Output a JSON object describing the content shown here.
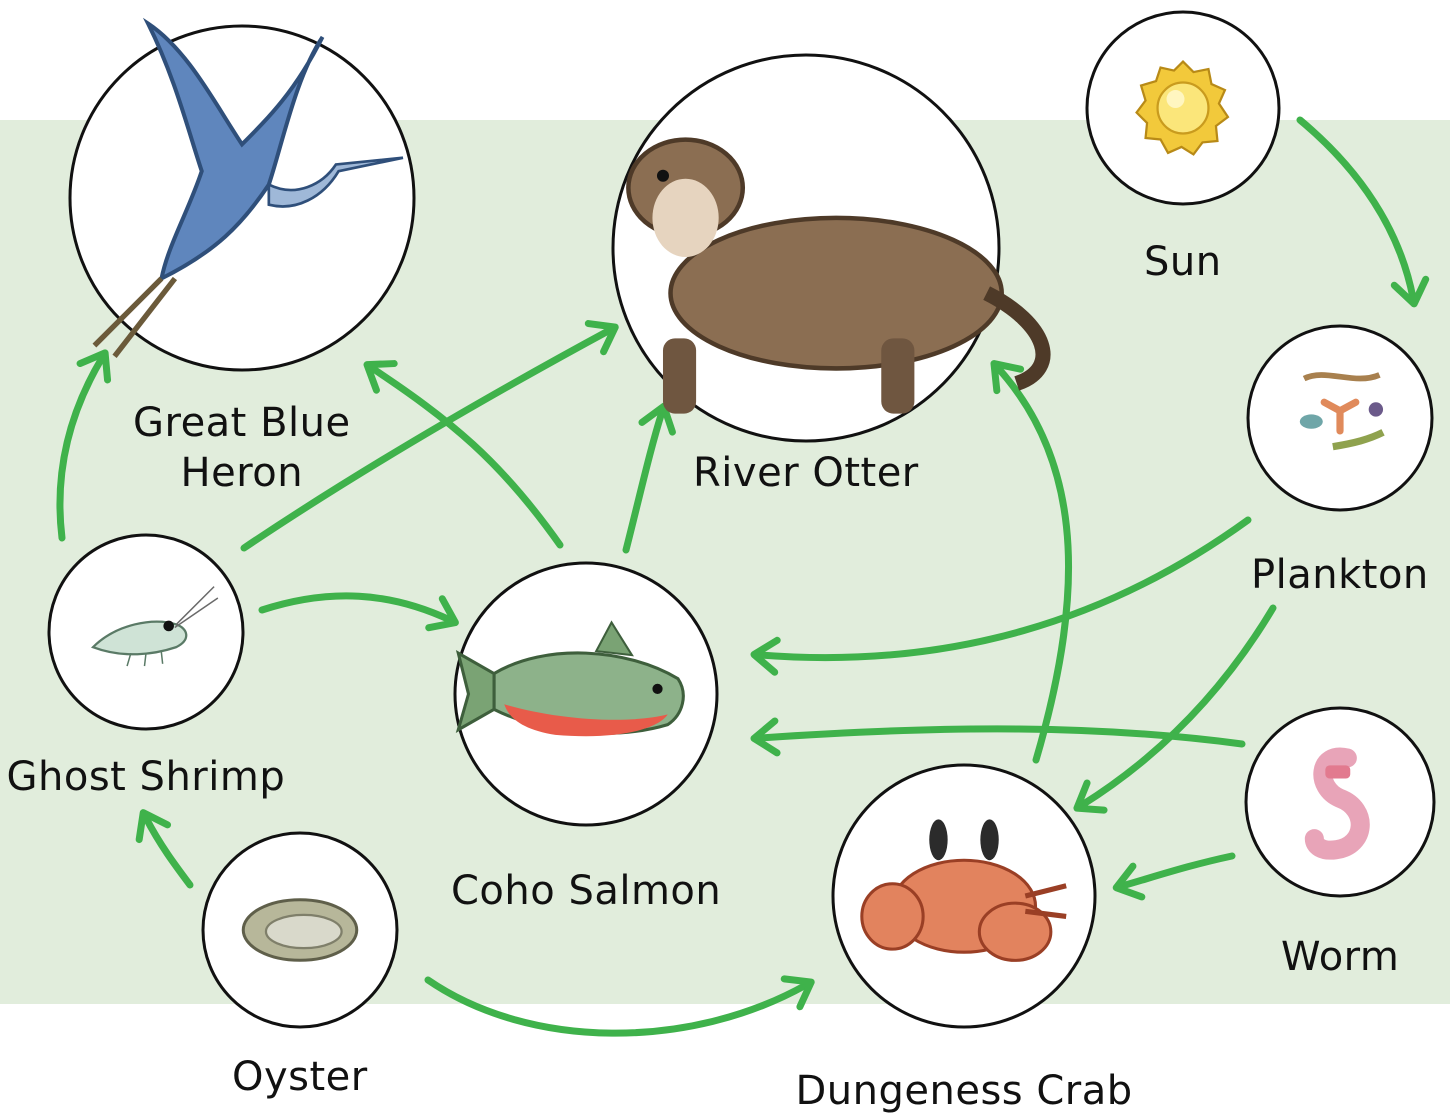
{
  "organisms": [
    {
      "id": "heron",
      "label": "Great Blue Heron",
      "label_lines": [
        "Great Blue",
        "Heron"
      ],
      "icon": "heron-icon"
    },
    {
      "id": "otter",
      "label": "River Otter",
      "label_lines": [
        "River Otter"
      ],
      "icon": "otter-icon"
    },
    {
      "id": "sun",
      "label": "Sun",
      "label_lines": [
        "Sun"
      ],
      "icon": "sun-icon"
    },
    {
      "id": "plankton",
      "label": "Plankton",
      "label_lines": [
        "Plankton"
      ],
      "icon": "plankton-icon"
    },
    {
      "id": "shrimp",
      "label": "Ghost Shrimp",
      "label_lines": [
        "Ghost Shrimp"
      ],
      "icon": "shrimp-icon"
    },
    {
      "id": "salmon",
      "label": "Coho Salmon",
      "label_lines": [
        "Coho Salmon"
      ],
      "icon": "salmon-icon"
    },
    {
      "id": "worm",
      "label": "Worm",
      "label_lines": [
        "Worm"
      ],
      "icon": "worm-icon"
    },
    {
      "id": "oyster",
      "label": "Oyster",
      "label_lines": [
        "Oyster"
      ],
      "icon": "oyster-icon"
    },
    {
      "id": "crab",
      "label": "Dungeness Crab",
      "label_lines": [
        "Dungeness Crab"
      ],
      "icon": "crab-icon"
    }
  ],
  "energy_flows": [
    {
      "from": "sun",
      "to": "plankton"
    },
    {
      "from": "shrimp",
      "to": "heron"
    },
    {
      "from": "shrimp",
      "to": "otter"
    },
    {
      "from": "shrimp",
      "to": "salmon"
    },
    {
      "from": "salmon",
      "to": "heron"
    },
    {
      "from": "salmon",
      "to": "otter"
    },
    {
      "from": "plankton",
      "to": "salmon"
    },
    {
      "from": "plankton",
      "to": "crab"
    },
    {
      "from": "worm",
      "to": "salmon"
    },
    {
      "from": "worm",
      "to": "crab"
    },
    {
      "from": "crab",
      "to": "otter"
    },
    {
      "from": "oyster",
      "to": "shrimp"
    },
    {
      "from": "oyster",
      "to": "crab"
    }
  ],
  "colors": {
    "arrow": "#3fb24b",
    "habitat": "#e1eddc",
    "node_stroke": "#111111"
  }
}
